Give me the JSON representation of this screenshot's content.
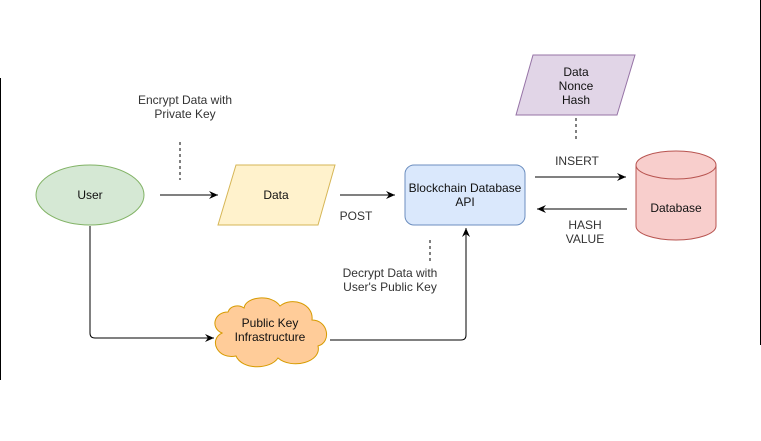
{
  "diagram": {
    "nodes": {
      "user": {
        "label": "User",
        "fill": "#d5e8d4",
        "stroke": "#82b366"
      },
      "data": {
        "label": "Data",
        "fill": "#fff2cc",
        "stroke": "#d6b656"
      },
      "api": {
        "label": "Blockchain Database\nAPI",
        "fill": "#dae8fc",
        "stroke": "#6c8ebf"
      },
      "database": {
        "label": "Database",
        "fill": "#f8cecc",
        "stroke": "#b85450"
      },
      "data_nonce_hash": {
        "label": "Data\nNonce\nHash",
        "fill": "#e1d5e7",
        "stroke": "#9673a6"
      },
      "pki": {
        "label": "Public Key\nInfrastructure",
        "fill": "#ffcc99",
        "stroke": "#d79b00"
      }
    },
    "annotations": {
      "encrypt": "Encrypt Data with\nPrivate Key",
      "decrypt": "Decrypt Data with\nUser's Public Key",
      "post": "POST",
      "insert": "INSERT",
      "hash_value": "HASH\nVALUE"
    },
    "edge_color": "#000000",
    "dash_color": "#000000"
  }
}
